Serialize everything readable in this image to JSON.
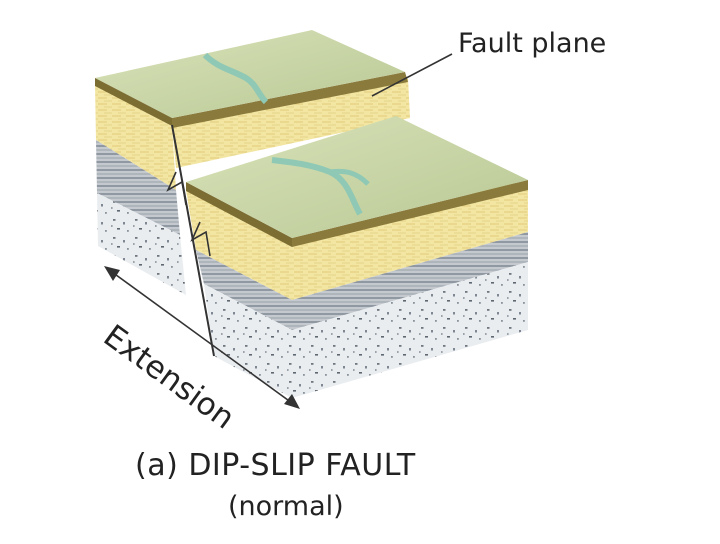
{
  "labels": {
    "fault_plane": "Fault plane",
    "extension": "Extension"
  },
  "caption": {
    "title": "(a) DIP-SLIP FAULT",
    "subtitle": "(normal)"
  },
  "colors": {
    "surface": "#cfdcaf",
    "surface_dark": "#a8bb86",
    "river": "#8fc8b4",
    "sandstone": "#f3e6a2",
    "soil_band": "#8a7a3c",
    "shale": "#b9c0c7",
    "shale_dark": "#7f8892",
    "basement": "#e9edf0",
    "arrow": "#333333"
  }
}
